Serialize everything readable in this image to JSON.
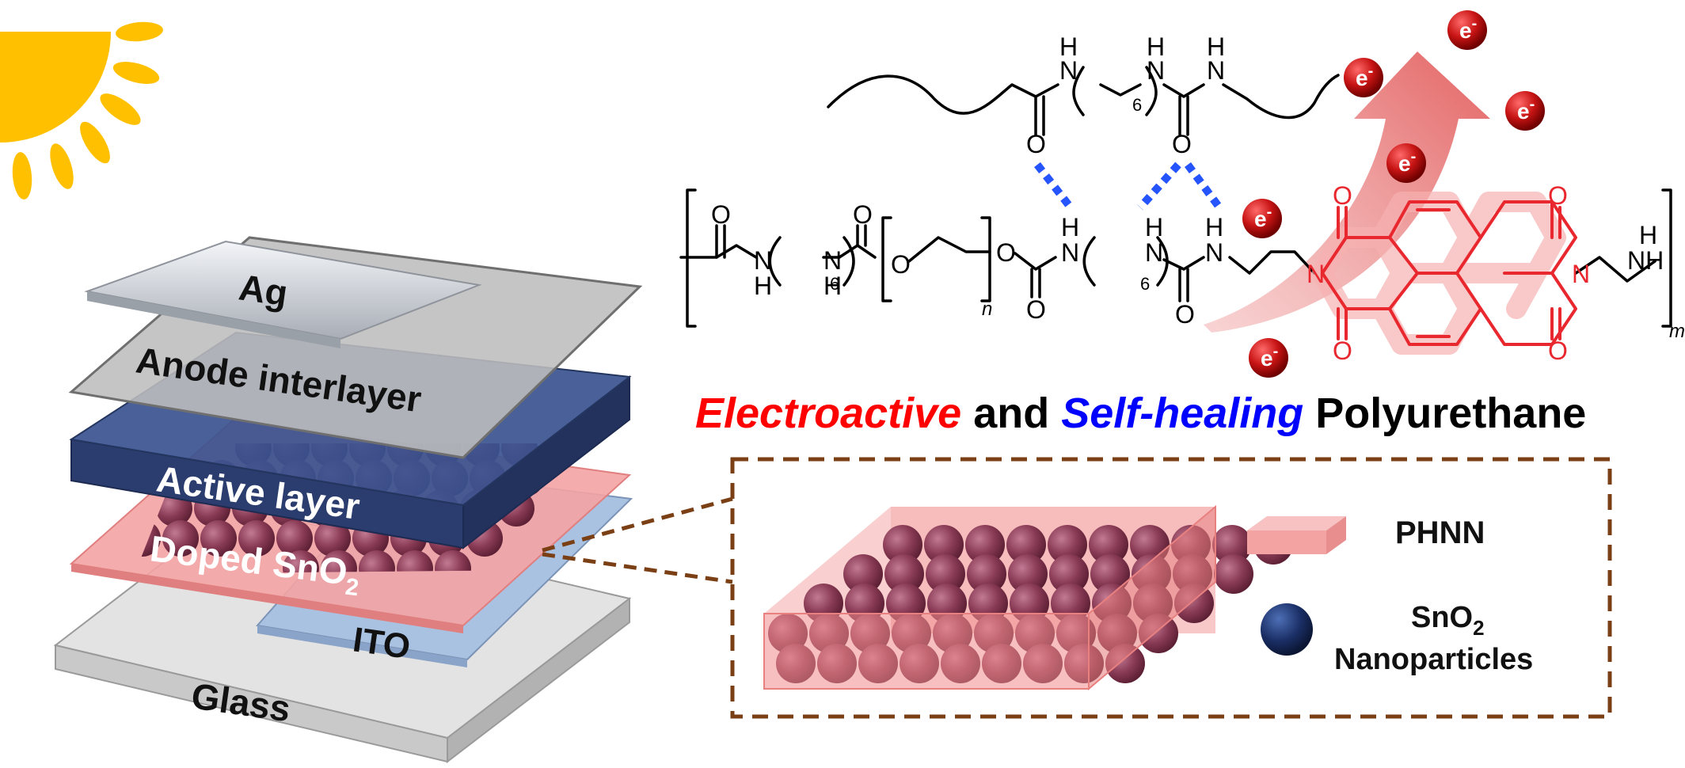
{
  "device_stack": {
    "layers": {
      "electrode": "Ag",
      "anode_interlayer": "Anode interlayer",
      "active": "Active layer",
      "doped_prefix": "Doped SnO",
      "doped_subscript": "2",
      "ito": "ITO",
      "glass": "Glass"
    }
  },
  "headline": {
    "part1": "Electroactive",
    "part2": " and ",
    "part3": "Self-healing",
    "part4": " Polyurethane"
  },
  "molecule": {
    "electron_label": "e",
    "electron_charge": "-",
    "atoms": {
      "O": "O",
      "N": "N",
      "H": "H",
      "NH": "NH",
      "hexamethylene_index": "6",
      "peg_repeat_index": "n",
      "polymer_repeat_index": "m"
    }
  },
  "legend": {
    "matrix_label": "PHNN",
    "particle_label_prefix": "SnO",
    "particle_label_subscript": "2",
    "particle_label_line2": "Nanoparticles"
  },
  "colors": {
    "electroactive": "#ff0000",
    "self_healing": "#0000ff",
    "ndi_red": "#e8282e",
    "hbond_blue": "#1a4bff",
    "active_layer": "#2c3f73",
    "doped_layer": "#f28d8d",
    "nanoparticle": "#8a3b55",
    "dashed_box": "#7a3f14",
    "sun": "#ffc000"
  }
}
